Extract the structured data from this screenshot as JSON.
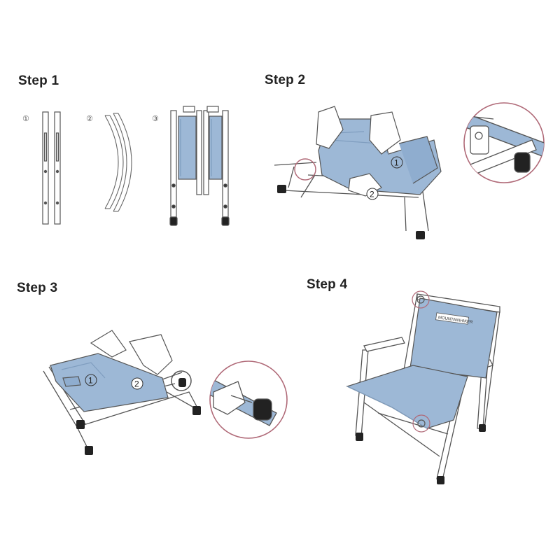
{
  "steps": [
    {
      "title": "Step 1"
    },
    {
      "title": "Step 2"
    },
    {
      "title": "Step 3"
    },
    {
      "title": "Step 4"
    }
  ],
  "step1": {
    "markers": [
      "①",
      "②",
      "③"
    ]
  },
  "step2": {
    "markers": [
      "1",
      "2"
    ]
  },
  "step3": {
    "markers": [
      "1",
      "2"
    ]
  },
  "step4": {
    "brand_label": "MOUNTAINHIKER"
  },
  "colors": {
    "fabric": "#9db8d6",
    "fabric_dark": "#7f9dbf",
    "line": "#555555",
    "foot": "#222222",
    "callout": "#b06a78"
  }
}
